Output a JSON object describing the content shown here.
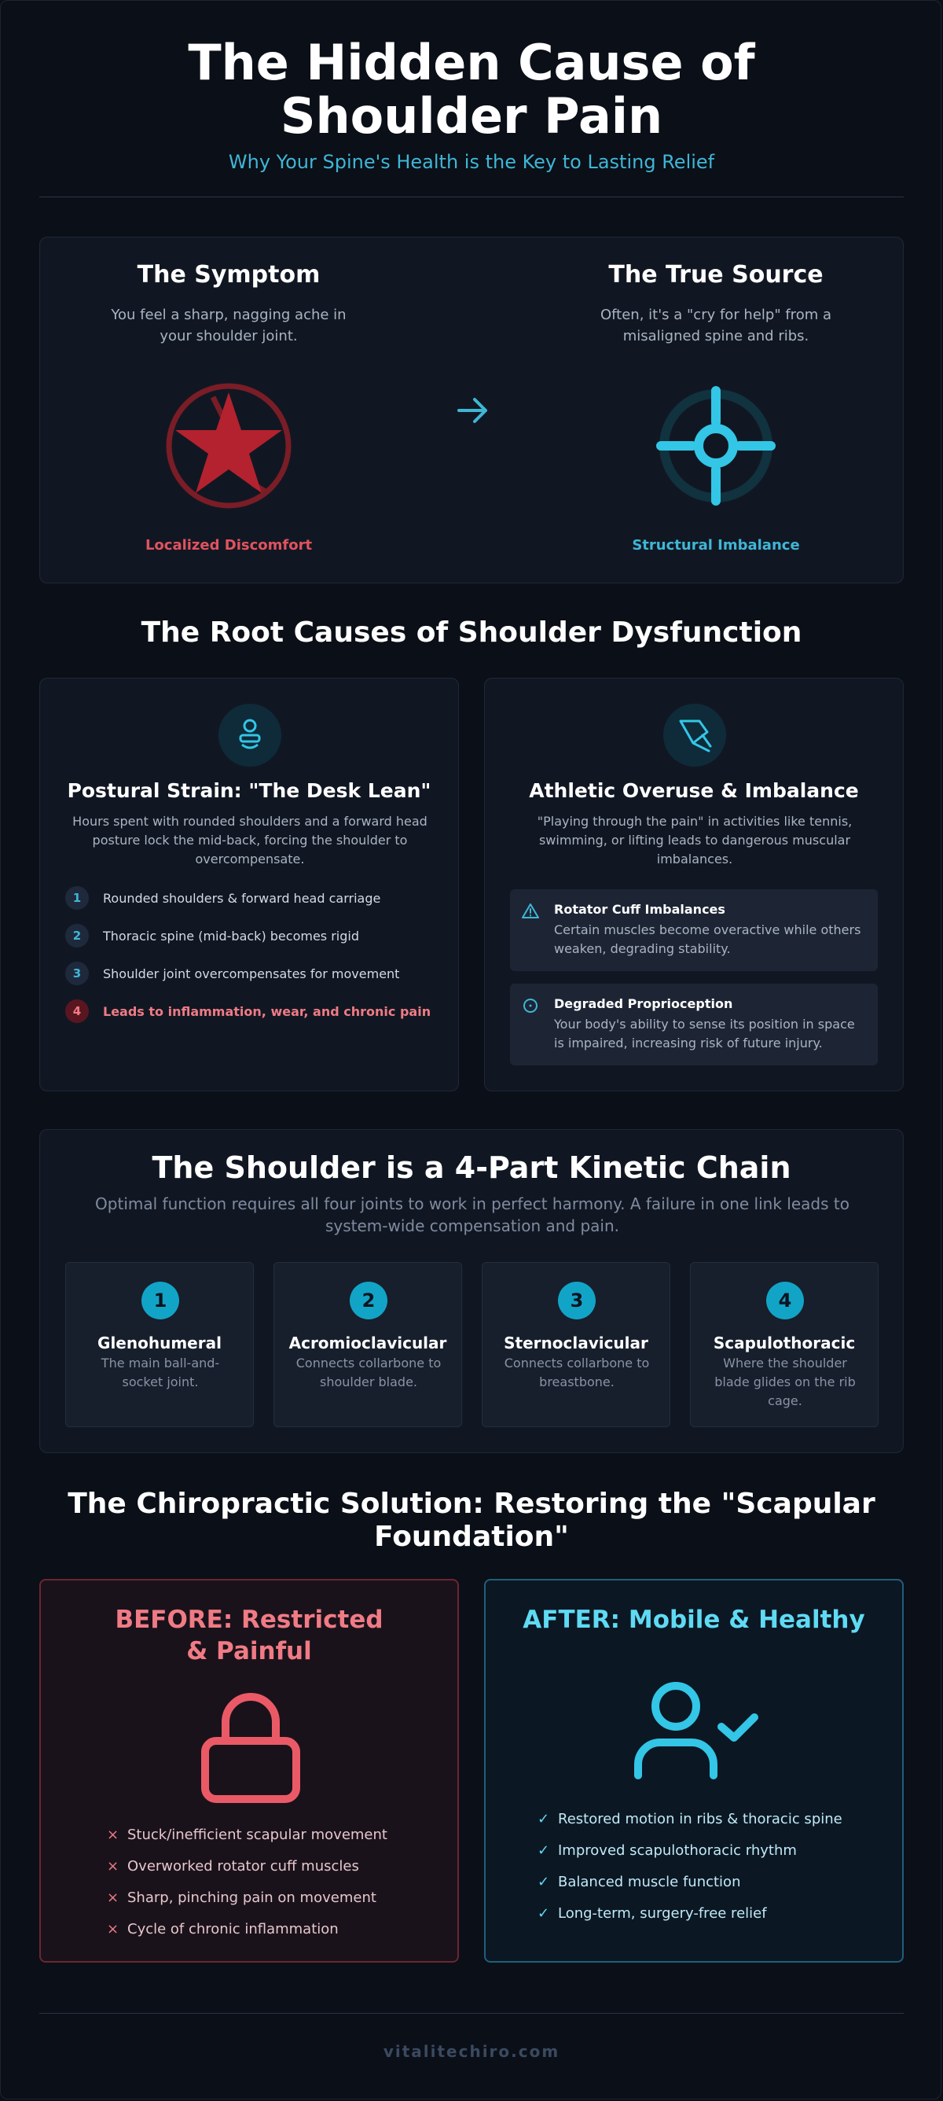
{
  "header": {
    "title": "The Hidden Cause of Shoulder Pain",
    "subtitle": "Why Your Spine's Health is the Key to Lasting Relief"
  },
  "comparison": {
    "symptom": {
      "title": "The Symptom",
      "text": "You feel a sharp, nagging ache in your shoulder joint.",
      "icon": "pain-star-icon",
      "label": "Localized Discomfort"
    },
    "arrow_icon": "arrow-right-icon",
    "source": {
      "title": "The True Source",
      "text": "Often, it's a \"cry for help\" from a misaligned spine and ribs.",
      "icon": "crosshair-icon",
      "label": "Structural Imbalance"
    }
  },
  "root_causes": {
    "title": "The Root Causes of Shoulder Dysfunction",
    "postural": {
      "icon": "person-desk-icon",
      "title": "Postural Strain: \"The Desk Lean\"",
      "text": "Hours spent with rounded shoulders and a forward head posture lock the mid-back, forcing the shoulder to overcompensate.",
      "steps": [
        {
          "num": "1",
          "text": "Rounded shoulders & forward head carriage"
        },
        {
          "num": "2",
          "text": "Thoracic spine (mid-back) becomes rigid"
        },
        {
          "num": "3",
          "text": "Shoulder joint overcompensates for movement"
        },
        {
          "num": "4",
          "text": "Leads to inflammation, wear, and chronic pain"
        }
      ]
    },
    "athletic": {
      "icon": "racket-icon",
      "title": "Athletic Overuse & Imbalance",
      "text": "\"Playing through the pain\" in activities like tennis, swimming, or lifting leads to dangerous muscular imbalances.",
      "items": [
        {
          "icon": "warning-icon",
          "title": "Rotator Cuff Imbalances",
          "text": "Certain muscles become overactive while others weaken, degrading stability."
        },
        {
          "icon": "target-icon",
          "title": "Degraded Proprioception",
          "text": "Your body's ability to sense its position in space is impaired, increasing risk of future injury."
        }
      ]
    }
  },
  "kinetic_chain": {
    "title": "The Shoulder is a 4-Part Kinetic Chain",
    "text": "Optimal function requires all four joints to work in perfect harmony. A failure in one link leads to system-wide compensation and pain.",
    "joints": [
      {
        "num": "1",
        "title": "Glenohumeral",
        "text": "The main ball-and-socket joint."
      },
      {
        "num": "2",
        "title": "Acromioclavicular",
        "text": "Connects collarbone to shoulder blade."
      },
      {
        "num": "3",
        "title": "Sternoclavicular",
        "text": "Connects collarbone to breastbone."
      },
      {
        "num": "4",
        "title": "Scapulothoracic",
        "text": "Where the shoulder blade glides on the rib cage."
      }
    ]
  },
  "solution": {
    "title": "The Chiropractic Solution: Restoring the \"Scapular Foundation\"",
    "before": {
      "title": "BEFORE: Restricted & Painful",
      "icon": "lock-icon",
      "mark": "×",
      "items": [
        "Stuck/inefficient scapular movement",
        "Overworked rotator cuff muscles",
        "Sharp, pinching pain on movement",
        "Cycle of chronic inflammation"
      ]
    },
    "after": {
      "title": "AFTER: Mobile & Healthy",
      "icon": "user-check-icon",
      "mark": "✓",
      "items": [
        "Restored motion in ribs & thoracic spine",
        "Improved scapulothoracic rhythm",
        "Balanced muscle function",
        "Long-term, surgery-free relief"
      ]
    }
  },
  "footer": {
    "site": "vitalitechiro.com"
  },
  "colors": {
    "accent": "#3fb6d6",
    "danger": "#f07b85",
    "background": "#0b0f17"
  }
}
